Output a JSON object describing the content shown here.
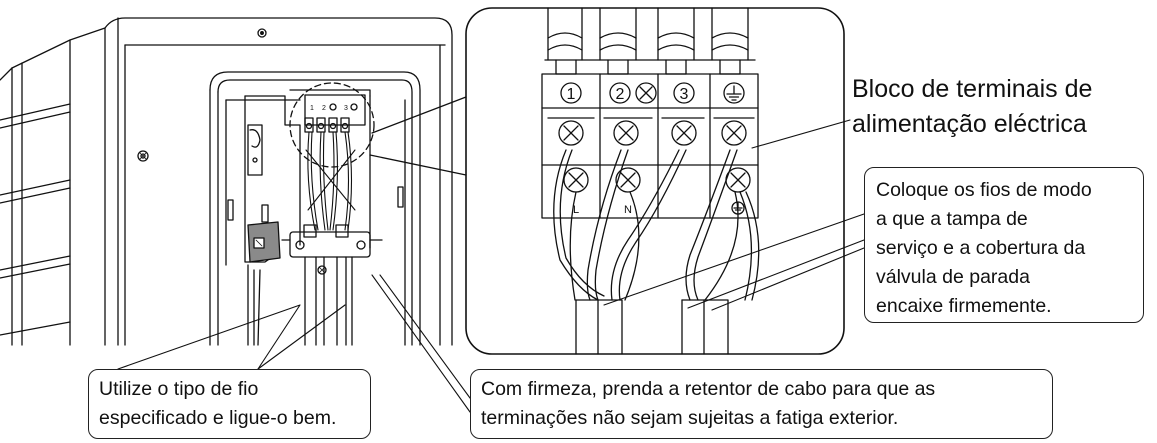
{
  "callouts": {
    "terminal_block": {
      "line1": "Bloco de terminais de",
      "line2": "alimentação eléctrica"
    },
    "wire_placement": {
      "line1": "Coloque os fios de modo",
      "line2": "a que a tampa de",
      "line3": "serviço e a cobertura da",
      "line4": "válvula de parada",
      "line5": "encaixe firmemente."
    },
    "wire_type": {
      "line1": "Utilize o tipo de fio",
      "line2": "especificado e ligue-o bem."
    },
    "cable_retainer": {
      "line1": "Com firmeza, prenda a retentor de cabo para que as",
      "line2": "terminações não sejam sujeitas a fatiga exterior."
    }
  },
  "terminal_markings": {
    "t1": "1",
    "t2": "2",
    "t3": "3",
    "wire_L": "L",
    "wire_N": "N"
  },
  "icons": [
    "screw-icon",
    "ground-symbol-icon"
  ],
  "colors": {
    "line": "#111111",
    "gray_part": "#8a8a8a",
    "background": "#ffffff"
  }
}
